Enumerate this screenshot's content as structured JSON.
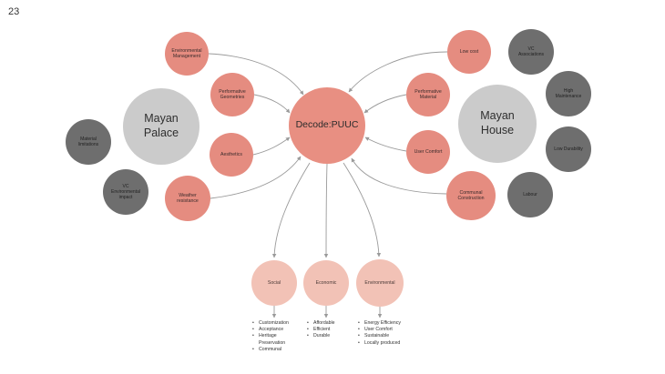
{
  "page_number": "23",
  "center": {
    "label": "Decode:PUUC"
  },
  "palace": {
    "label": "Mayan\nPalace"
  },
  "house": {
    "label": "Mayan\nHouse"
  },
  "left_factors": [
    "Environmental\nManagement",
    "Performative\nGeometries",
    "Aesthetics",
    "Weather\nresistance"
  ],
  "right_factors": [
    "Low cost",
    "Performative\nMaterial",
    "User Comfort",
    "Communal\nConstruction"
  ],
  "palace_issues": [
    "Material\nlimitations",
    "VC\nEnvironmental\nimpact"
  ],
  "house_issues": [
    "VC\nAssociations",
    "High\nMaintenance",
    "Low Durability",
    "Labour"
  ],
  "outcomes": [
    {
      "label": "Social",
      "items": [
        "Customization",
        "Acceptance",
        "Heritage\nPreservation",
        "Communal"
      ]
    },
    {
      "label": "Economic",
      "items": [
        "Affordable",
        "Efficient",
        "Durable"
      ]
    },
    {
      "label": "Environmental",
      "items": [
        "Energy Efficiency",
        "User Comfort",
        "Sustainable",
        "Locally produced"
      ]
    }
  ],
  "colors": {
    "core": "#e88f82",
    "factor": "#e58c80",
    "outcome": "#f2c2b6",
    "building": "#cbcbcb",
    "issue": "#6e6e6e",
    "connector": "#9a9a9a"
  }
}
